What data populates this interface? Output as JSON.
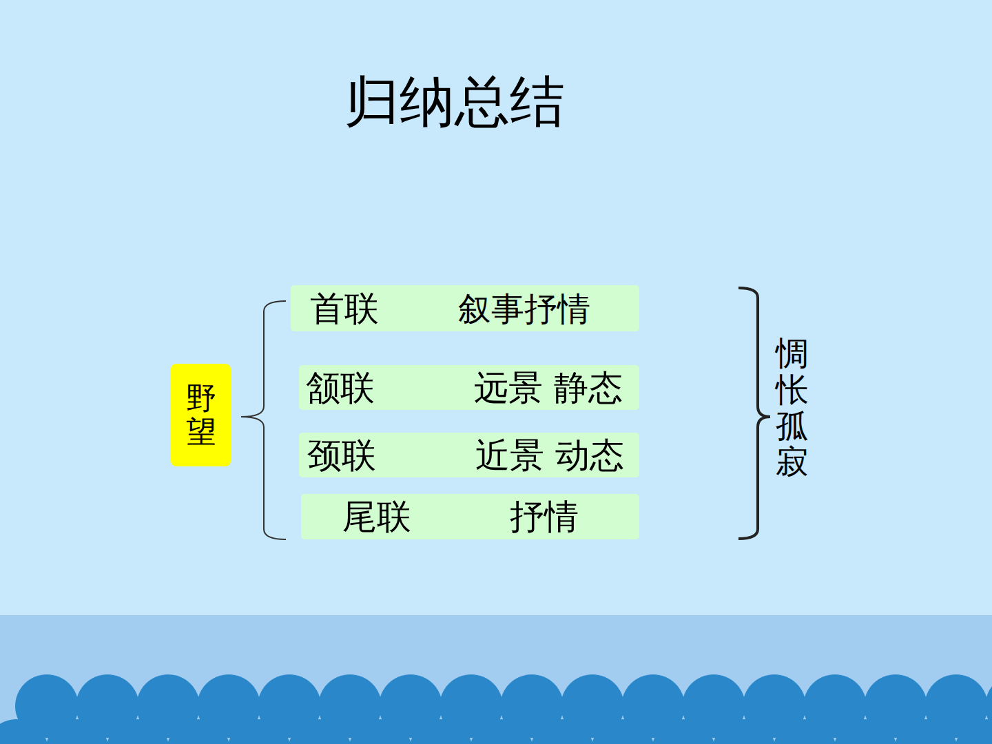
{
  "diagram": {
    "title": "归纳总结",
    "nodes": [
      {
        "text": [
          "野望"
        ]
      },
      {
        "text": [
          "首联",
          "叙事抒情"
        ]
      },
      {
        "text": [
          "颔联",
          "远景 静态"
        ]
      },
      {
        "text": [
          "颈联",
          "近景 动态"
        ]
      },
      {
        "text": [
          "尾联",
          "抒情"
        ]
      }
    ],
    "labels": [
      "惆怅孤寂"
    ]
  }
}
